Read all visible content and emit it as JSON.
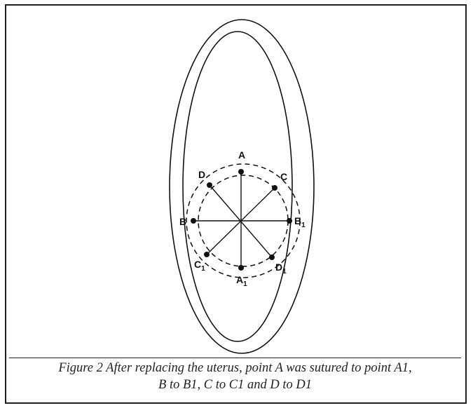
{
  "diagram": {
    "points": {
      "A": "A",
      "A1_main": "A",
      "A1_sub": "1",
      "B": "B",
      "B1_main": "B",
      "B1_sub": "1",
      "C": "C",
      "C1_main": "C",
      "C1_sub": "1",
      "D": "D",
      "D1_main": "D",
      "D1_sub": "1"
    },
    "colors": {
      "ink": "#231f20",
      "line": "#111111"
    }
  },
  "caption": {
    "line1": "Figure 2 After replacing the uterus, point A was sutured to point A1,",
    "line2": "B to B1, C to C1 and D to D1"
  }
}
